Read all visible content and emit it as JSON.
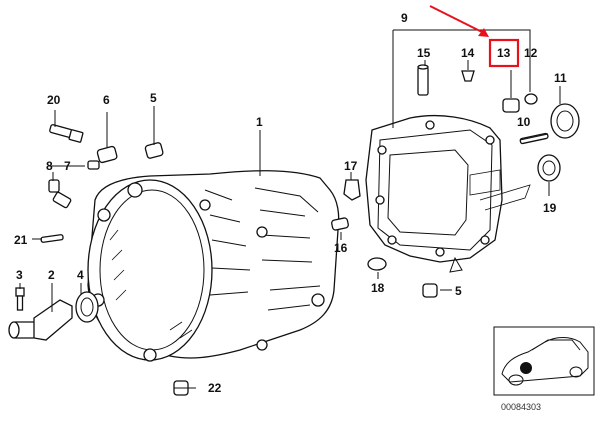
{
  "diagram": {
    "labels": {
      "p1": "1",
      "p2": "2",
      "p3": "3",
      "p4": "4",
      "p5a": "5",
      "p5b": "5",
      "p6": "6",
      "p7": "7",
      "p8": "8",
      "p9": "9",
      "p10": "10",
      "p11": "11",
      "p12": "12",
      "p13": "13",
      "p14": "14",
      "p15": "15",
      "p16": "16",
      "p17": "17",
      "p18": "18",
      "p19": "19",
      "p20": "20",
      "p21": "21",
      "p22": "22"
    },
    "highlight": {
      "part": "13",
      "box_color": "#e8101a",
      "arrow_color": "#e8101a"
    },
    "reference_number": "00084303"
  }
}
